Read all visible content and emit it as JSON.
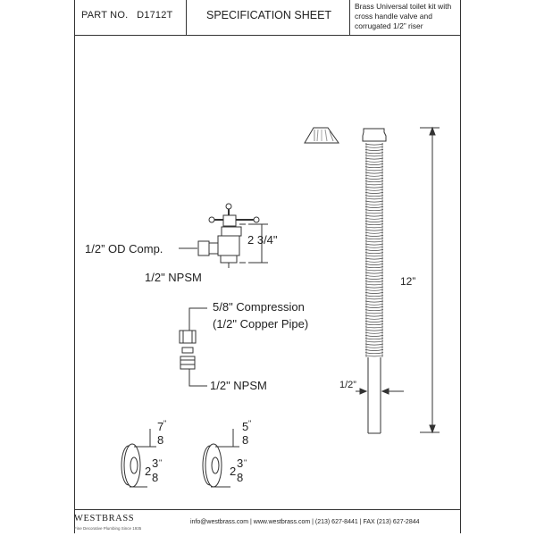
{
  "header": {
    "part_no_label": "PART NO.",
    "part_no_value": "D1712T",
    "sheet_title": "SPECIFICATION SHEET",
    "description": [
      "Brass Universal toilet kit with",
      "cross handle valve and",
      "corrugated 1/2” riser"
    ]
  },
  "valve": {
    "height_label": "2 3/4\"",
    "inlet_label": "1/2” OD Comp.",
    "outlet_label": "1/2\" NPSM"
  },
  "compression": {
    "label_line1": "5/8\" Compression",
    "label_line2": "(1/2\" Copper Pipe)",
    "thread_label": "1/2\" NPSM"
  },
  "riser": {
    "length_label": "12”",
    "diameter_label": "1/2”"
  },
  "flanges": [
    {
      "id_num": "7",
      "id_mark": "\"",
      "id_den": "8",
      "od_whole": "2",
      "od_num": "3",
      "od_mark": "\"",
      "od_den": "8"
    },
    {
      "id_num": "5",
      "id_mark": "\"",
      "id_den": "8",
      "od_whole": "2",
      "od_num": "3",
      "od_mark": "\"",
      "od_den": "8"
    }
  ],
  "footer": {
    "brand": "WESTBRASS",
    "tagline": "Fine Decorative Plumbing Since 1935",
    "contact": "info@westbrass.com | www.westbrass.com |     (213) 627-8441   |   FAX (213) 627-2844"
  }
}
